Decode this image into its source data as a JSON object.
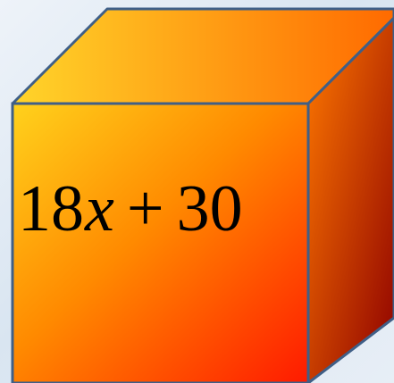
{
  "diagram": {
    "expression": {
      "coefficient": "18",
      "variable": "x",
      "operator": "+",
      "constant": "30"
    },
    "colors": {
      "background": "#dfe9f3",
      "edge": "#3f5f87",
      "front_start": "#ffd21c",
      "front_mid": "#ff8a00",
      "front_end": "#ff1a00",
      "top_start": "#ffd52a",
      "top_end": "#ff6a00",
      "side_start": "#ff7a00",
      "side_end": "#8e0000"
    }
  }
}
